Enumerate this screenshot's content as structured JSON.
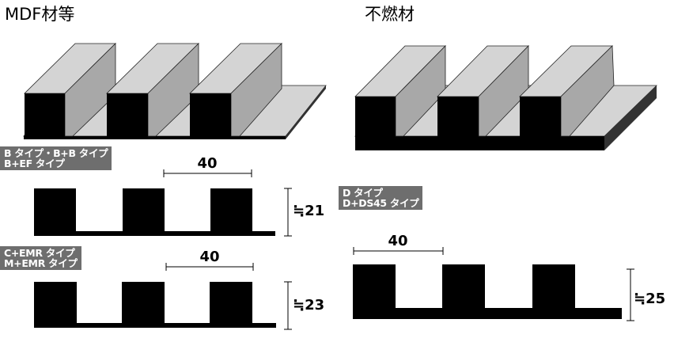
{
  "headings": {
    "left": "MDF材等",
    "right": "不燃材"
  },
  "sections": {
    "b_type": {
      "lines": [
        "B タイプ・B+B タイプ",
        "B+EF タイプ"
      ],
      "width_dim": "40",
      "height_dim": "≒21"
    },
    "c_type": {
      "lines": [
        "C+EMR タイプ",
        "M+EMR タイプ"
      ],
      "width_dim": "40",
      "height_dim": "≒23"
    },
    "d_type": {
      "lines": [
        "D タイプ",
        "D+DS45 タイプ"
      ],
      "width_dim": "40",
      "height_dim": "≒25"
    }
  },
  "colors": {
    "profile_fill": "#000000",
    "face_light": "#d4d4d4",
    "face_mid": "#a8a8a8",
    "label_bg": "#6e6e6e"
  }
}
